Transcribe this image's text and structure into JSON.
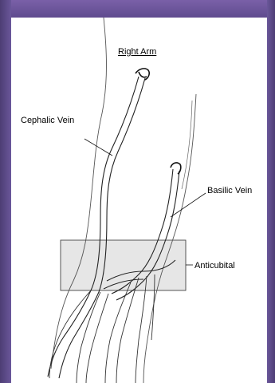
{
  "diagram": {
    "title": "Right Arm",
    "labels": {
      "cephalic": "Cephalic Vein",
      "basilic": "Basilic Vein",
      "anticubital": "Anticubital"
    }
  },
  "colors": {
    "frame": "#5b4a86",
    "sheet": "#ffffff",
    "region": "#e6e6e6",
    "ink": "#222222"
  }
}
